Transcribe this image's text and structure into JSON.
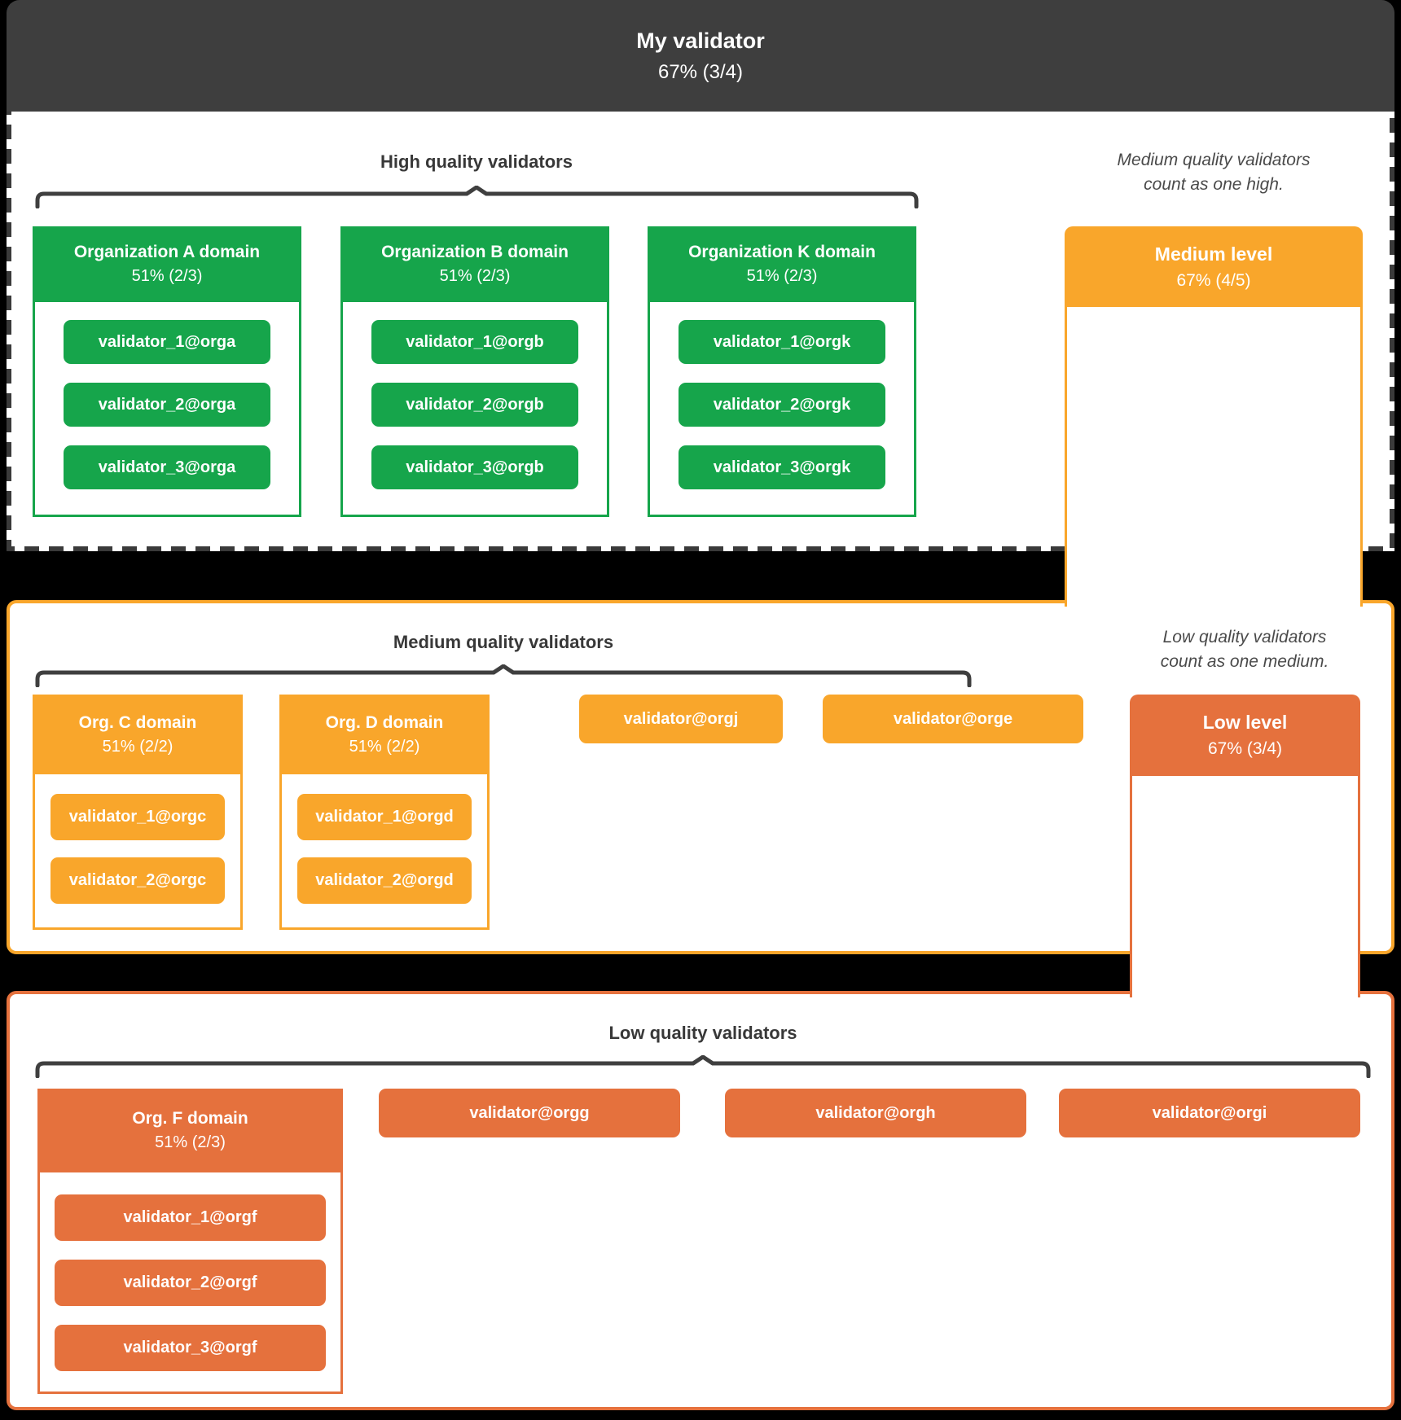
{
  "header": {
    "title": "My validator",
    "score": "67% (3/4)"
  },
  "high": {
    "title": "High quality validators",
    "note_line1": "Medium quality validators",
    "note_line2": "count as one high.",
    "orgs": [
      {
        "name": "Organization A domain",
        "quorum": "51% (2/3)",
        "validators": [
          "validator_1@orga",
          "validator_2@orga",
          "validator_3@orga"
        ]
      },
      {
        "name": "Organization B domain",
        "quorum": "51% (2/3)",
        "validators": [
          "validator_1@orgb",
          "validator_2@orgb",
          "validator_3@orgb"
        ]
      },
      {
        "name": "Organization K domain",
        "quorum": "51% (2/3)",
        "validators": [
          "validator_1@orgk",
          "validator_2@orgk",
          "validator_3@orgk"
        ]
      }
    ],
    "level_box": {
      "title": "Medium level",
      "score": "67% (4/5)"
    }
  },
  "medium": {
    "title": "Medium quality validators",
    "note_line1": "Low quality validators",
    "note_line2": "count as one medium.",
    "orgs": [
      {
        "name": "Org. C domain",
        "quorum": "51% (2/2)",
        "validators": [
          "validator_1@orgc",
          "validator_2@orgc"
        ]
      },
      {
        "name": "Org. D domain",
        "quorum": "51% (2/2)",
        "validators": [
          "validator_1@orgd",
          "validator_2@orgd"
        ]
      }
    ],
    "pills": [
      "validator@orgj",
      "validator@orge"
    ],
    "level_box": {
      "title": "Low level",
      "score": "67% (3/4)"
    }
  },
  "low": {
    "title": "Low quality validators",
    "orgs": [
      {
        "name": "Org. F domain",
        "quorum": "51% (2/3)",
        "validators": [
          "validator_1@orgf",
          "validator_2@orgf",
          "validator_3@orgf"
        ]
      }
    ],
    "pills": [
      "validator@orgg",
      "validator@orgh",
      "validator@orgi"
    ]
  },
  "colors": {
    "green": "#16a54b",
    "amber": "#f9a62b",
    "rust": "#e5713d",
    "header_bg": "#3e3e3e",
    "dashed_border": "#3a3a3a"
  }
}
